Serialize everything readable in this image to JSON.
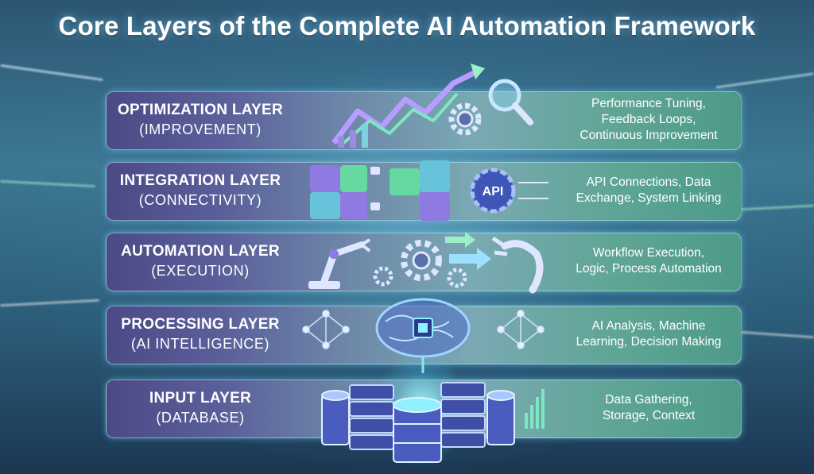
{
  "title": "Core Layers of the Complete AI Automation Framework",
  "layers": [
    {
      "name": "OPTIMIZATION LAYER",
      "sub": "(IMPROVEMENT)",
      "desc": [
        "Performance Tuning,",
        "Feedback Loops,",
        "Continuous Improvement"
      ],
      "icons": [
        "growth-chart-icon",
        "gear-icon",
        "magnifier-icon"
      ]
    },
    {
      "name": "INTEGRATION LAYER",
      "sub": "(CONNECTIVITY)",
      "desc": [
        "API Connections, Data",
        "Exchange, System Linking"
      ],
      "icons": [
        "puzzle-icon",
        "lock-icon",
        "api-gear-icon"
      ],
      "api_label": "API"
    },
    {
      "name": "AUTOMATION LAYER",
      "sub": "(EXECUTION)",
      "desc": [
        "Workflow Execution,",
        "Logic, Process Automation"
      ],
      "icons": [
        "robot-arm-icon",
        "gear-icon",
        "arrow-right-icon",
        "robot-hand-icon"
      ]
    },
    {
      "name": "PROCESSING LAYER",
      "sub": "(AI INTELLIGENCE)",
      "desc": [
        "AI Analysis, Machine",
        "Learning, Decision Making"
      ],
      "icons": [
        "neural-network-icon",
        "brain-chip-icon"
      ]
    },
    {
      "name": "INPUT LAYER",
      "sub": "(DATABASE)",
      "desc": [
        "Data Gathering,",
        "Storage, Context"
      ],
      "icons": [
        "database-icon",
        "server-stack-icon"
      ]
    }
  ],
  "colors": {
    "accent": "#8ff0ff",
    "panel_left": "#4b4a86",
    "panel_right": "#4d9a88",
    "icon_purple": "#8e7ae0",
    "icon_green": "#66d9a0"
  }
}
